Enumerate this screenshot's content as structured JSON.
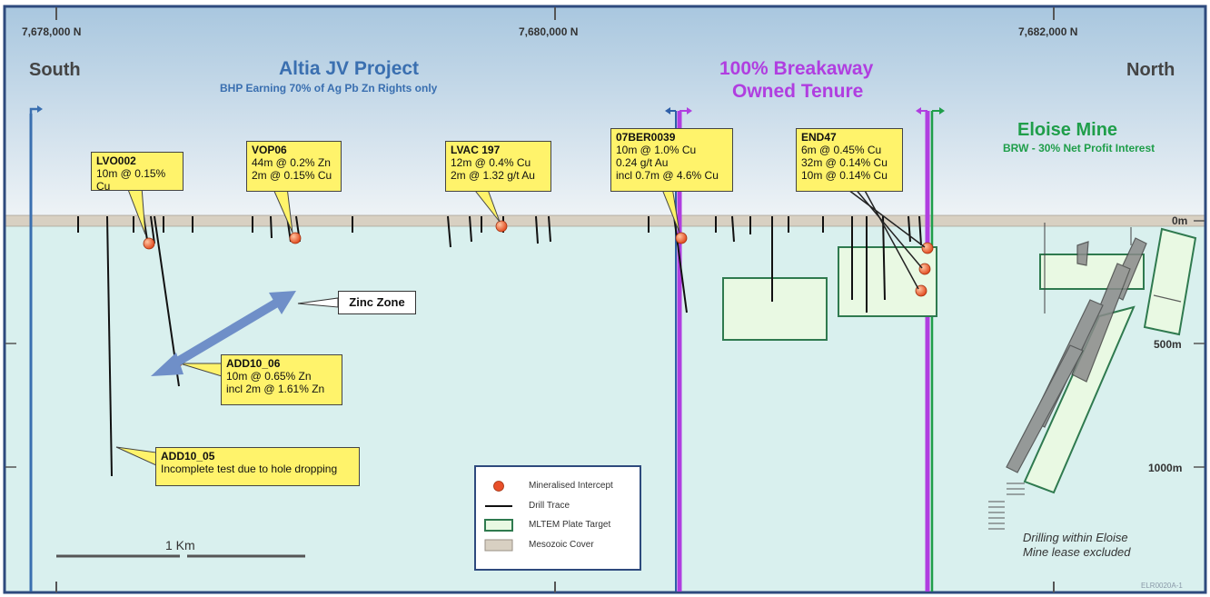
{
  "header": {
    "coords": [
      "7,678,000 N",
      "7,680,000 N",
      "7,682,000 N"
    ],
    "south": "South",
    "north": "North"
  },
  "project": {
    "title": "Altia JV Project",
    "subtitle": "BHP Earning 70% of Ag Pb Zn Rights only"
  },
  "breakaway": {
    "line1": "100% Breakaway",
    "line2": "Owned Tenure"
  },
  "eloise": {
    "title": "Eloise Mine",
    "subtitle": "BRW - 30% Net Profit Interest",
    "note_line1": "Drilling within Eloise",
    "note_line2": "Mine lease excluded"
  },
  "callouts": {
    "lvo002": {
      "title": "LVO002",
      "lines": [
        "10m @ 0.15% Cu"
      ]
    },
    "vop06": {
      "title": "VOP06",
      "lines": [
        "44m @ 0.2% Zn",
        "2m @ 0.15% Cu"
      ]
    },
    "lvac197": {
      "title": "LVAC 197",
      "lines": [
        "12m @ 0.4% Cu",
        "2m @ 1.32 g/t Au"
      ]
    },
    "ber0039": {
      "title": "07BER0039",
      "lines": [
        "10m @ 1.0% Cu",
        "0.24 g/t Au",
        "incl 0.7m @ 4.6% Cu"
      ]
    },
    "end47": {
      "title": "END47",
      "lines": [
        "6m @ 0.45% Cu",
        "32m @ 0.14% Cu",
        "10m @ 0.14% Cu"
      ]
    },
    "add10_06": {
      "title": "ADD10_06",
      "lines": [
        "10m @ 0.65% Zn",
        "incl 2m @ 1.61% Zn"
      ]
    },
    "add10_05": {
      "title": "ADD10_05",
      "lines": [
        "Incomplete test due to hole dropping"
      ]
    }
  },
  "zinc_zone": "Zinc Zone",
  "depth_labels": [
    "0m",
    "500m",
    "1000m"
  ],
  "scale_bar": "1 Km",
  "legend": {
    "intercept": "Mineralised Intercept",
    "trace": "Drill Trace",
    "plate": "MLTEM Plate Target",
    "cover": "Mesozoic Cover"
  },
  "figure_ref": "ELR0020A-1",
  "colors": {
    "sky": "#b8d2e6",
    "ground": "#d9f0ee",
    "cover": "#d8d0c2",
    "frame": "#2e4a7d",
    "altia_blue": "#3a6fb0",
    "breakaway_magenta": "#b03ee0",
    "eloise_green": "#1f9e4a",
    "callout_yellow": "#fff36b",
    "intercept_red": "#e8502a",
    "plate_fill": "#e9f9e3",
    "plate_stroke": "#2f7a4f"
  }
}
